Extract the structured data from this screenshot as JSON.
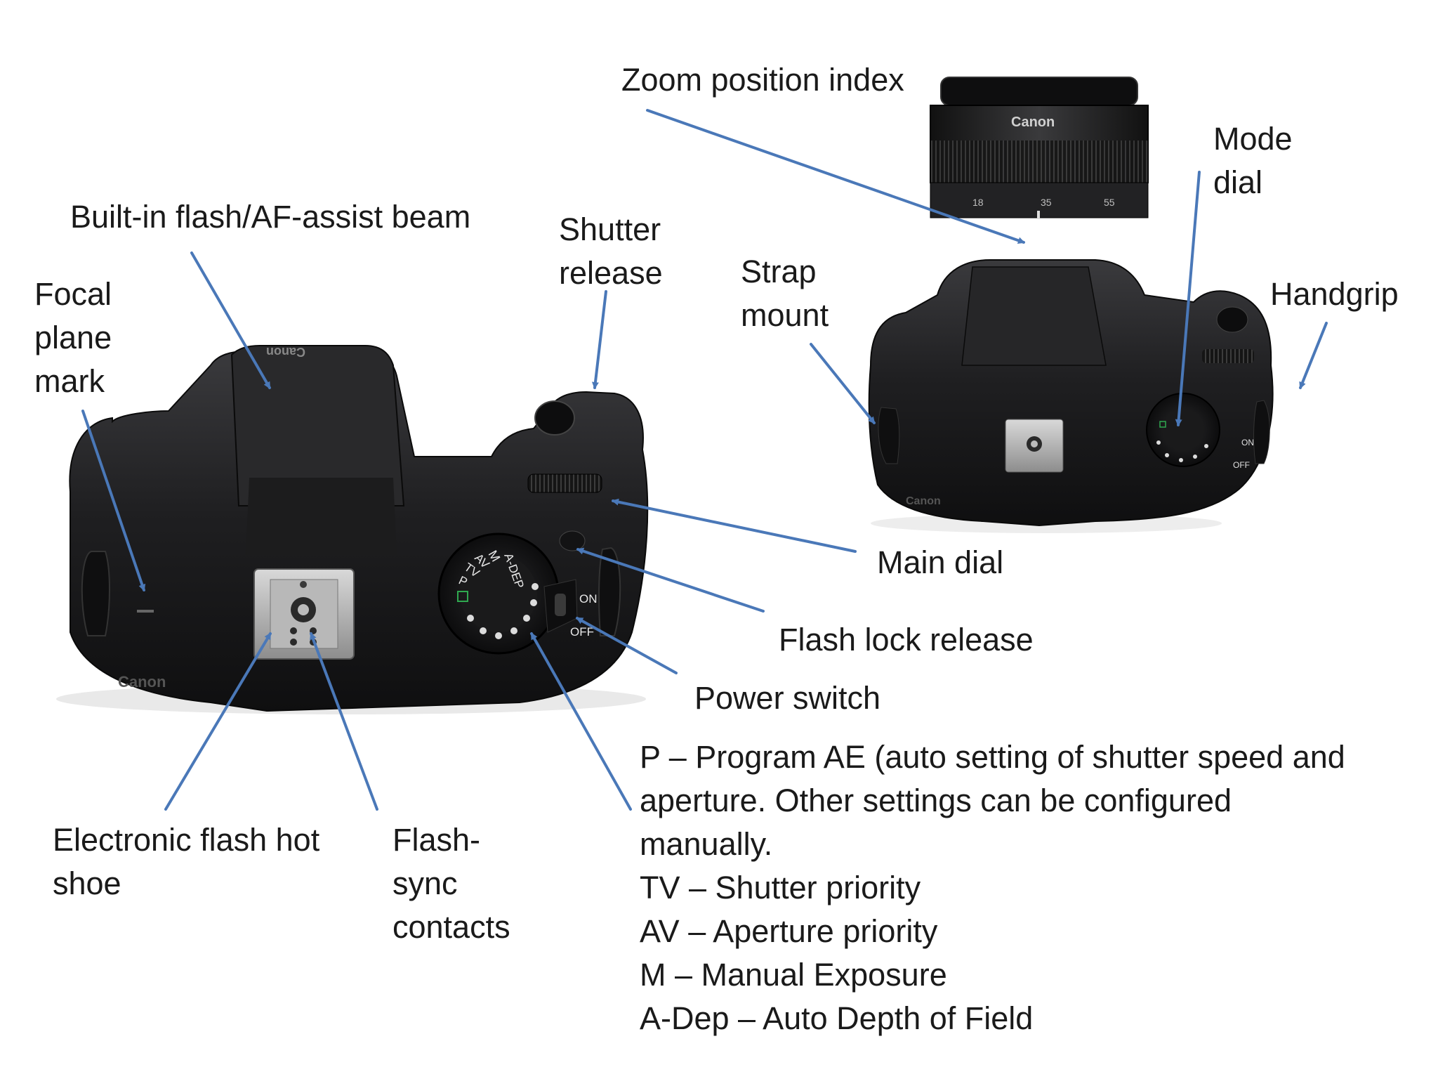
{
  "labels": {
    "zoom_position_index": "Zoom position index",
    "mode_dial": "Mode\ndial",
    "built_in_flash": "Built-in flash/AF-assist beam",
    "shutter_release": "Shutter\nrelease",
    "strap_mount": "Strap\nmount",
    "handgrip": "Handgrip",
    "focal_plane_mark": "Focal\nplane\nmark",
    "main_dial": "Main dial",
    "flash_lock_release": "Flash lock release",
    "power_switch": "Power switch",
    "electronic_flash_hot_shoe": "Electronic  flash hot\nshoe",
    "flash_sync_contacts": "Flash-\nsync\ncontacts"
  },
  "mode_descriptions": [
    "P – Program AE (auto setting of shutter speed and",
    "aperture. Other settings can be configured",
    "manually.",
    "TV – Shutter priority",
    "AV – Aperture priority",
    "M – Manual Exposure",
    "A-Dep – Auto Depth of Field"
  ],
  "camera_markings": {
    "brand": "Canon",
    "zoom_scale": [
      "18",
      "35",
      "55"
    ],
    "power_on": "ON",
    "power_off": "OFF",
    "dial_modes": [
      "A-DEP",
      "M",
      "AV",
      "TV",
      "P"
    ]
  },
  "colors": {
    "arrow": "#4a78b8",
    "body": "#1c1c1e",
    "text": "#1a1a1a"
  }
}
